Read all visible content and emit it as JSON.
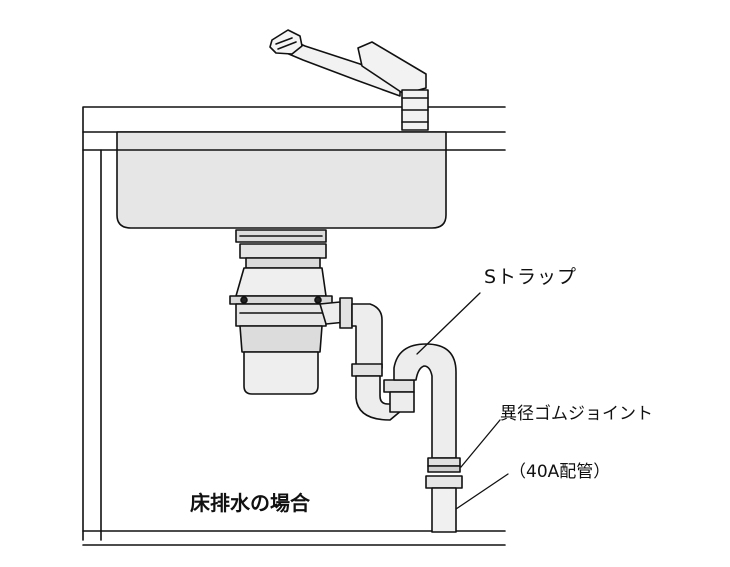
{
  "labels": {
    "s_trap": "Sトラップ",
    "reducer_joint": "異径ゴムジョイント",
    "pipe_size": "（40A配管）",
    "caption": "床排水の場合"
  },
  "colors": {
    "line": "#111111",
    "sink_fill": "#e6e6e6",
    "pipe_fill": "#ededed",
    "background": "#ffffff"
  }
}
